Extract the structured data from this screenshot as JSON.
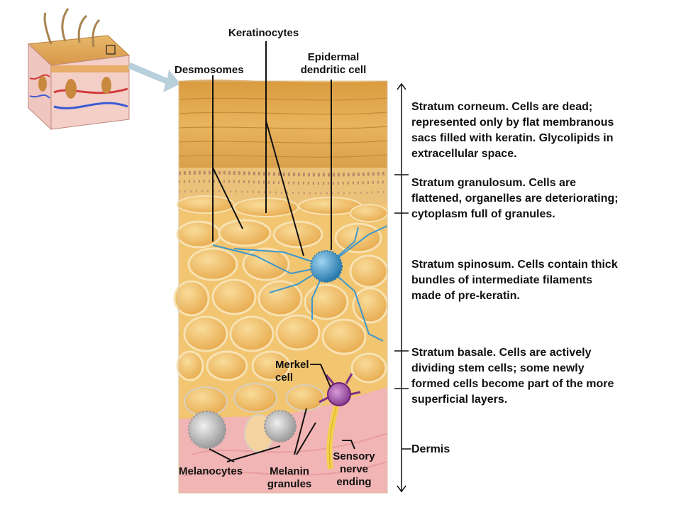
{
  "labels": {
    "keratinocytes": "Keratinocytes",
    "desmosomes": "Desmosomes",
    "epidermal_dendritic_cell": [
      "Epidermal",
      "dendritic cell"
    ],
    "merkel_cell": [
      "Merkel",
      "cell"
    ],
    "melanocytes": "Melanocytes",
    "melanin_granules": [
      "Melanin",
      "granules"
    ],
    "sensory_nerve_ending": [
      "Sensory",
      "nerve",
      "ending"
    ]
  },
  "layers": {
    "stratum_corneum": [
      "Stratum corneum. Cells are dead;",
      "represented only by flat membranous",
      "sacs filled with keratin. Glycolipids in",
      "extracellular space."
    ],
    "stratum_granulosum": [
      "Stratum granulosum. Cells are",
      "flattened, organelles are deteriorating;",
      "cytoplasm full of granules."
    ],
    "stratum_spinosum": [
      "Stratum spinosum. Cells contain thick",
      "bundles of intermediate filaments",
      "made of pre-keratin."
    ],
    "stratum_basale": [
      "Stratum basale. Cells are actively",
      "dividing stem cells; some newly",
      "formed cells become part of the more",
      "superficial layers."
    ],
    "dermis": "Dermis"
  },
  "colors": {
    "corneum": "#e0a848",
    "granulosum": "#ecc27a",
    "cell_fill": "#f2c571",
    "cell_gap": "#f6dfa6",
    "dendritic_cell": "#3d97cc",
    "merkel_cell": "#9a4aa0",
    "dermis": "#f2b5b5",
    "nerve": "#f3d24e",
    "melanocyte": "#bfbfbf"
  }
}
